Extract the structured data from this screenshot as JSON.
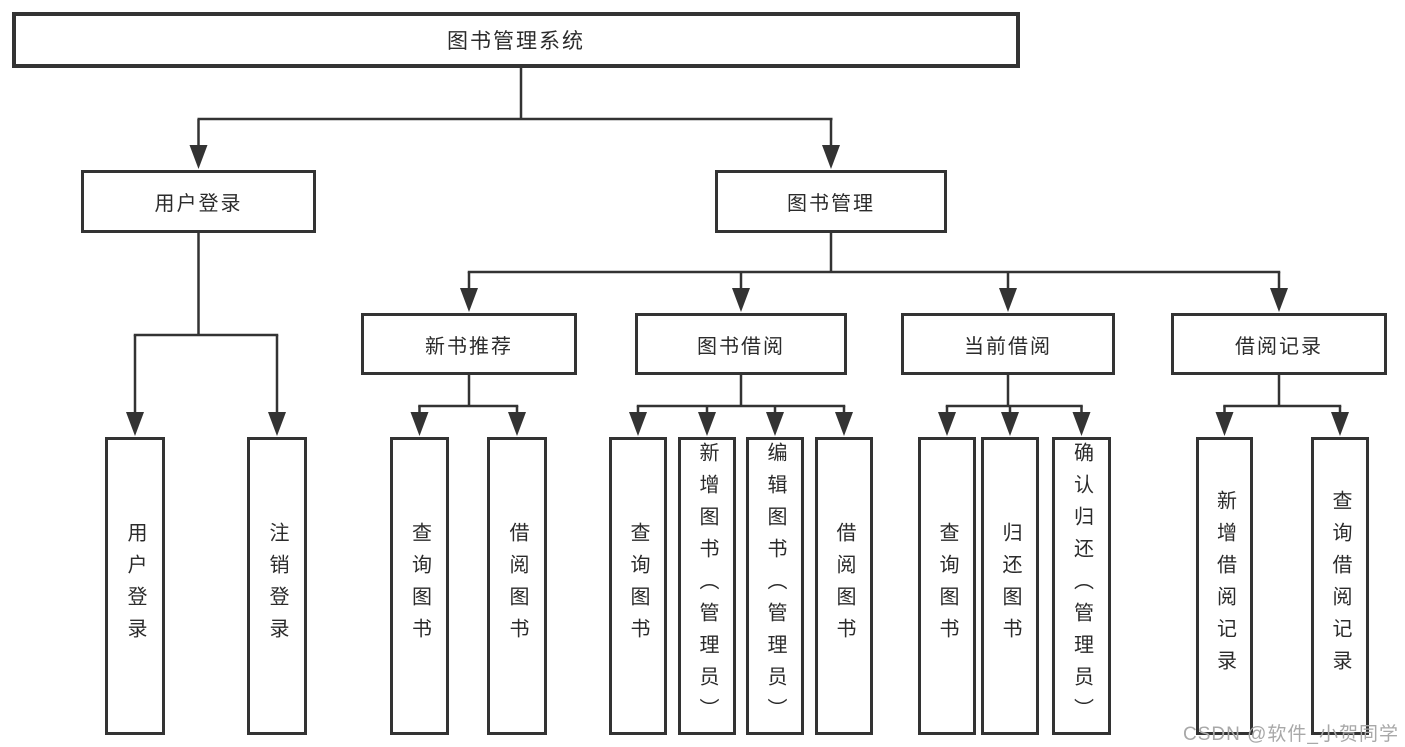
{
  "diagram": {
    "root": "图书管理系统",
    "level1": [
      "用户登录",
      "图书管理"
    ],
    "level2": [
      "新书推荐",
      "图书借阅",
      "当前借阅",
      "借阅记录"
    ],
    "leaves_user_login": [
      "用户登录",
      "注销登录"
    ],
    "leaves_new_book": [
      "查询图书",
      "借阅图书"
    ],
    "leaves_book_borrow": [
      "查询图书",
      "新增图书（管理员）",
      "编辑图书（管理员）",
      "借阅图书"
    ],
    "leaves_current_borrow": [
      "查询图书",
      "归还图书",
      "确认归还（管理员）"
    ],
    "leaves_borrow_record": [
      "新增借阅记录",
      "查询借阅记录"
    ]
  },
  "watermark": {
    "text": "CSDN @软件_小贺同学",
    "color": "#a8a8a8"
  },
  "colors": {
    "line": "#333333",
    "box_border": "#333333",
    "box_background": "#ffffff",
    "text": "#2b2b2b",
    "background": "#ffffff"
  }
}
